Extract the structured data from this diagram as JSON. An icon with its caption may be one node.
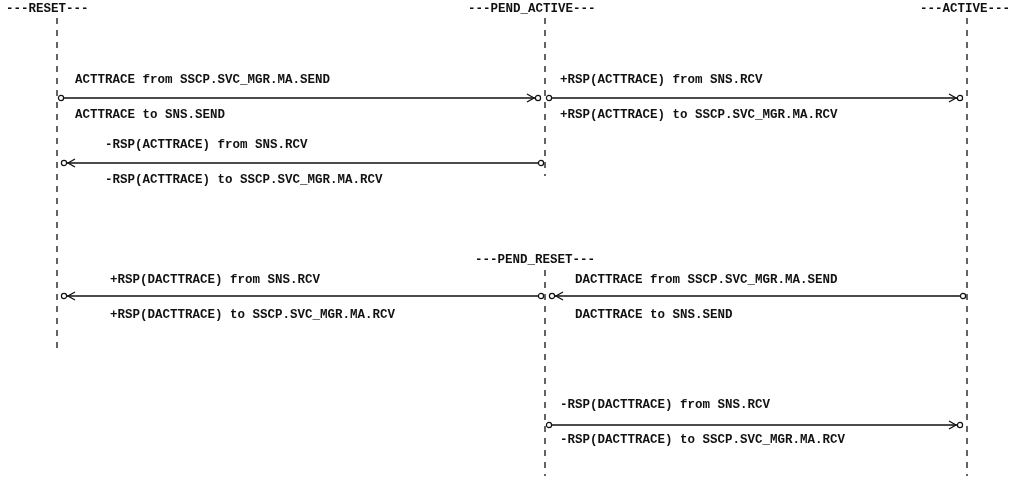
{
  "diagram": {
    "nodes": [
      {
        "text": [
          "---RESET---"
        ]
      },
      {
        "text": [
          "---PEND_ACTIVE---"
        ]
      },
      {
        "text": [
          "---ACTIVE---"
        ]
      },
      {
        "text": [
          "---PEND_RESET---"
        ]
      }
    ],
    "edges": [
      {
        "from": 0,
        "to": 1,
        "arrow": "to"
      },
      {
        "from": 1,
        "to": 2,
        "arrow": "to"
      },
      {
        "from": 1,
        "to": 0,
        "arrow": "to"
      },
      {
        "from": 3,
        "to": 0,
        "arrow": "to"
      },
      {
        "from": 2,
        "to": 3,
        "arrow": "to"
      },
      {
        "from": 3,
        "to": 2,
        "arrow": "to"
      }
    ],
    "labels": [
      "ACTTRACE from SSCP.SVC_MGR.MA.SEND",
      "+RSP(ACTTRACE) from SNS.RCV",
      "ACTTRACE to SNS.SEND",
      "+RSP(ACTTRACE) to SSCP.SVC_MGR.MA.RCV",
      "-RSP(ACTTRACE) from SNS.RCV",
      "-RSP(ACTTRACE) to SSCP.SVC_MGR.MA.RCV",
      "+RSP(DACTTRACE) from SNS.RCV",
      "DACTTRACE from SSCP.SVC_MGR.MA.SEND",
      "+RSP(DACTTRACE) to SSCP.SVC_MGR.MA.RCV",
      "DACTTRACE to SNS.SEND",
      "-RSP(DACTTRACE) from SNS.RCV",
      "-RSP(DACTTRACE) to SSCP.SVC_MGR.MA.RCV"
    ]
  }
}
